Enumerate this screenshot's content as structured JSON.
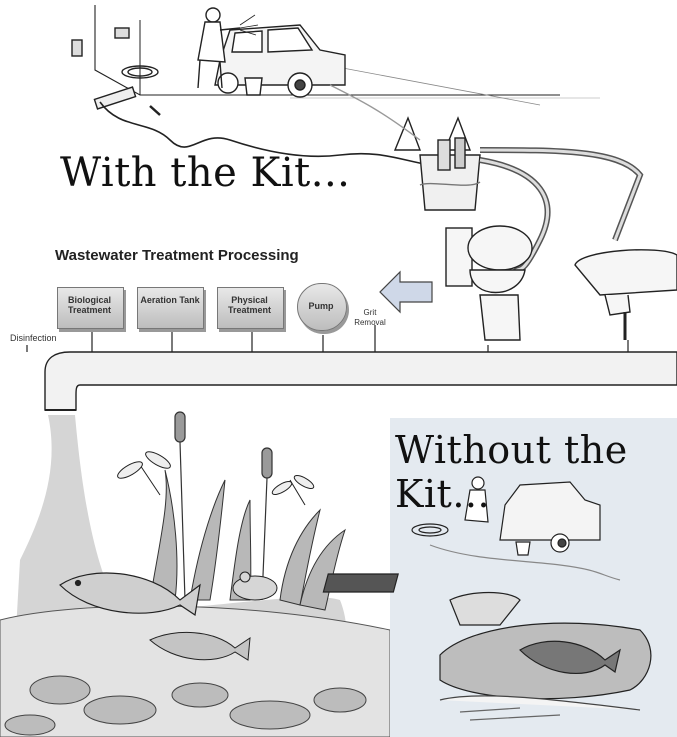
{
  "captions": {
    "with_kit": "With the Kit...",
    "without_kit": "Without the Kit..."
  },
  "process": {
    "title": "Wastewater Treatment Processing",
    "stages": [
      {
        "label": "Biological Treatment"
      },
      {
        "label": "Aeration Tank"
      },
      {
        "label": "Physical Treatment"
      },
      {
        "label": "Pump"
      }
    ],
    "grit_removal": "Grit Removal",
    "disinfection": "Disinfection"
  },
  "colors": {
    "ink": "#222222",
    "pipe_fill": "#f4f4f4",
    "water_gray": "#c9c9c9",
    "panel_blue": "#dfe8f0"
  }
}
